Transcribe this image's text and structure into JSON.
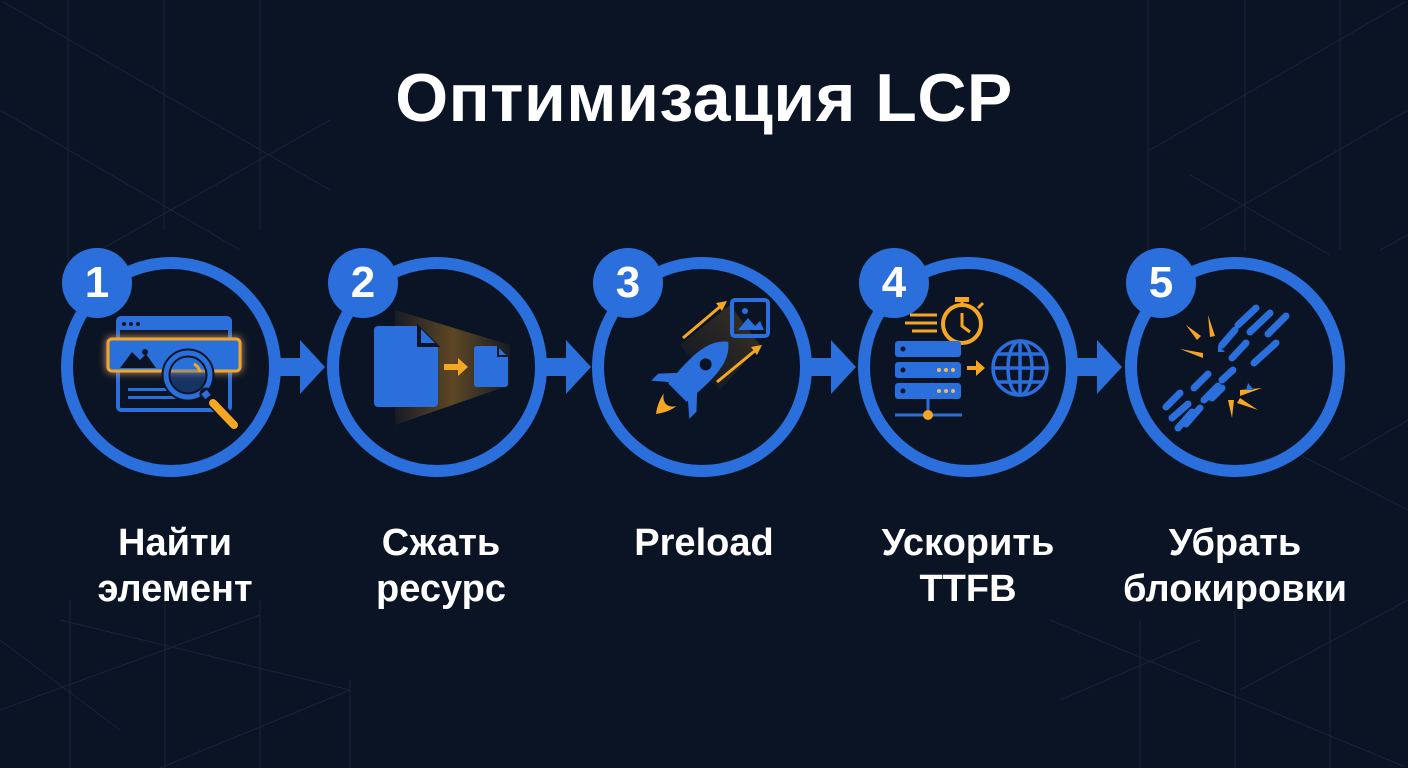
{
  "title": "Оптимизация LCP",
  "colors": {
    "background": "#0b1424",
    "accent_blue": "#2a6fdb",
    "accent_orange": "#f5a623",
    "text": "#ffffff"
  },
  "steps": [
    {
      "number": "1",
      "icon": "search-element-icon",
      "line1": "Найти",
      "line2": "элемент"
    },
    {
      "number": "2",
      "icon": "compress-file-icon",
      "line1": "Сжать",
      "line2": "ресурс"
    },
    {
      "number": "3",
      "icon": "rocket-preload-icon",
      "line1": "Preload",
      "line2": ""
    },
    {
      "number": "4",
      "icon": "server-ttfb-icon",
      "line1": "Ускорить",
      "line2": "TTFB"
    },
    {
      "number": "5",
      "icon": "broken-chain-icon",
      "line1": "Убрать",
      "line2": "блокировки"
    }
  ],
  "connectors": [
    "arrow-1-2",
    "arrow-2-3",
    "arrow-3-4",
    "arrow-4-5"
  ]
}
